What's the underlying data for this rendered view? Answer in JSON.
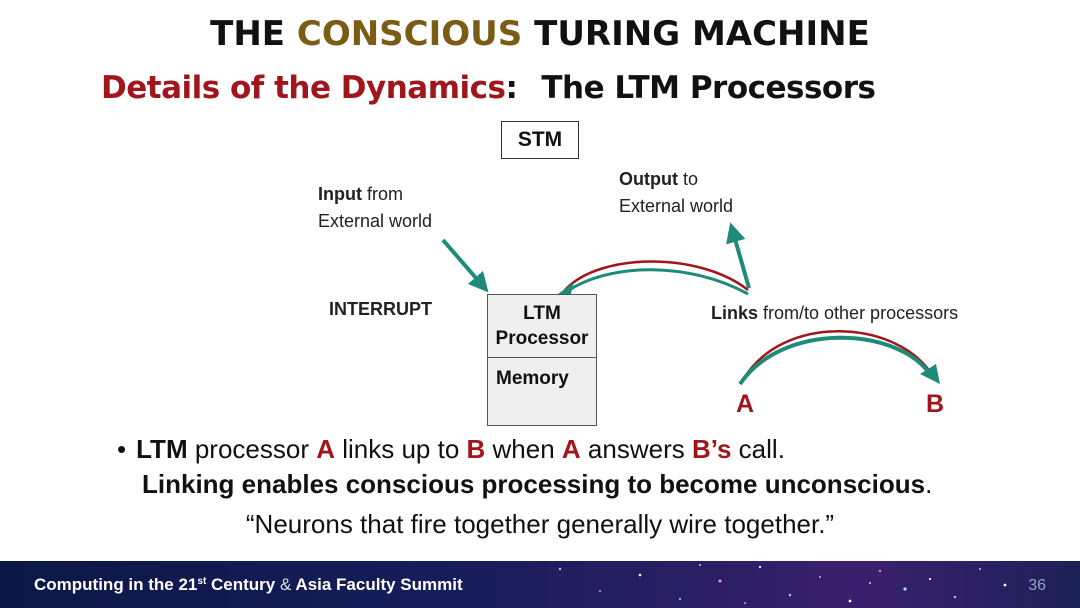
{
  "title": {
    "part1": "THE",
    "part2": "CONSCIOUS",
    "part3": "TURING MACHINE"
  },
  "subtitle": {
    "highlight": "Details of the Dynamics",
    "colon": ":",
    "rest": "The LTM Processors"
  },
  "diagram": {
    "stm_label": "STM",
    "input_bold": "Input",
    "input_rest": " from",
    "input_line2": "External world",
    "output_bold": "Output",
    "output_rest": " to",
    "output_line2": "External world",
    "interrupt": "INTERRUPT",
    "ltm_line1": "LTM",
    "ltm_line2": "Processor",
    "memory": "Memory",
    "links_bold": "Links",
    "links_rest": " from/to other processors",
    "node_a": "A",
    "node_b": "B",
    "colors": {
      "teal": "#1e8a78",
      "red": "#a0161c",
      "title_gold": "#7a5c14"
    }
  },
  "bullet": {
    "dot": "•",
    "w1": "LTM",
    "w2": " processor ",
    "w3": "A",
    "w4": " links up to ",
    "w5": "B",
    "w6": " when ",
    "w7": "A",
    "w8": " answers ",
    "w9": "B’s",
    "w10": " call.",
    "line2_bold": "Linking enables conscious processing to become unconscious",
    "line2_end": "."
  },
  "quote": "“Neurons that fire together generally wire together.”",
  "footer": {
    "part1": "Computing in the 21",
    "sup": "st",
    "part2": " Century ",
    "amp": "&",
    "part3": " Asia Faculty Summit",
    "page": "36"
  }
}
